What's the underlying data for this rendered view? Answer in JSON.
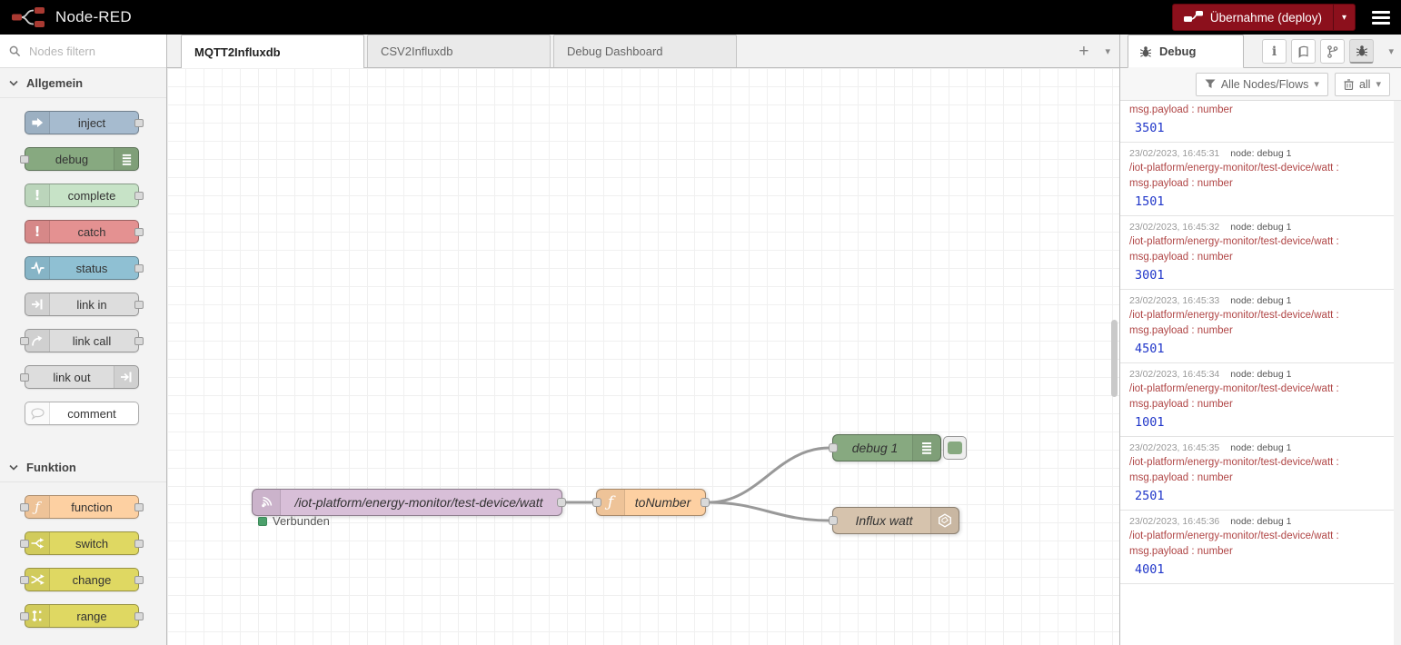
{
  "header": {
    "app_title": "Node-RED",
    "deploy_label": "Übernahme (deploy)"
  },
  "palette": {
    "search_placeholder": "Nodes filtern",
    "categories": [
      {
        "label": "Allgemein",
        "nodes": [
          {
            "id": "inject",
            "label": "inject",
            "color": "#a6bbcf",
            "icon": "inject-icon",
            "icon_side": "left",
            "ports": "right"
          },
          {
            "id": "debug",
            "label": "debug",
            "color": "#87a980",
            "icon": "debug-list-icon",
            "icon_side": "right",
            "ports": "left"
          },
          {
            "id": "complete",
            "label": "complete",
            "color": "#c7e3c7",
            "icon": "exclamation-icon",
            "icon_side": "left",
            "ports": "right"
          },
          {
            "id": "catch",
            "label": "catch",
            "color": "#e49191",
            "icon": "exclamation-icon",
            "icon_side": "left",
            "ports": "right"
          },
          {
            "id": "status",
            "label": "status",
            "color": "#8fc0d3",
            "icon": "status-pulse-icon",
            "icon_side": "left",
            "ports": "right"
          },
          {
            "id": "link-in",
            "label": "link in",
            "color": "#dddddd",
            "icon": "link-in-icon",
            "icon_side": "left",
            "ports": "right"
          },
          {
            "id": "link-call",
            "label": "link call",
            "color": "#dddddd",
            "icon": "link-call-icon",
            "icon_side": "left",
            "ports": "both"
          },
          {
            "id": "link-out",
            "label": "link out",
            "color": "#dddddd",
            "icon": "link-out-icon",
            "icon_side": "right",
            "ports": "left"
          },
          {
            "id": "comment",
            "label": "comment",
            "color": "#ffffff",
            "icon": "comment-icon",
            "icon_side": "left",
            "ports": "none"
          }
        ]
      },
      {
        "label": "Funktion",
        "nodes": [
          {
            "id": "function",
            "label": "function",
            "color": "#fdd0a2",
            "icon": "function-icon",
            "icon_side": "left",
            "ports": "both"
          },
          {
            "id": "switch",
            "label": "switch",
            "color": "#dfd862",
            "icon": "switch-icon",
            "icon_side": "left",
            "ports": "both"
          },
          {
            "id": "change",
            "label": "change",
            "color": "#dfd862",
            "icon": "change-icon",
            "icon_side": "left",
            "ports": "both"
          },
          {
            "id": "range",
            "label": "range",
            "color": "#dfd862",
            "icon": "range-icon",
            "icon_side": "left",
            "ports": "both"
          }
        ]
      }
    ]
  },
  "workspace": {
    "tabs": [
      {
        "label": "MQTT2Influxdb",
        "active": true
      },
      {
        "label": "CSV2Influxdb",
        "active": false
      },
      {
        "label": "Debug Dashboard",
        "active": false
      }
    ],
    "flow": {
      "mqtt_label": "/iot-platform/energy-monitor/test-device/watt",
      "mqtt_status": "Verbunden",
      "function_label": "toNumber",
      "debug_label": "debug 1",
      "influx_label": "Influx watt"
    }
  },
  "debug_panel": {
    "tab_label": "Debug",
    "filter_label": "Alle Nodes/Flows",
    "clear_label": "all",
    "messages": [
      {
        "partial": true,
        "time": "",
        "node": "",
        "topic": "",
        "payload_type": "msg.payload : number",
        "value": "3501"
      },
      {
        "partial": false,
        "time": "23/02/2023, 16:45:31",
        "node": "node: debug 1",
        "topic": "/iot-platform/energy-monitor/test-device/watt :",
        "payload_type": "msg.payload : number",
        "value": "1501"
      },
      {
        "partial": false,
        "time": "23/02/2023, 16:45:32",
        "node": "node: debug 1",
        "topic": "/iot-platform/energy-monitor/test-device/watt :",
        "payload_type": "msg.payload : number",
        "value": "3001"
      },
      {
        "partial": false,
        "time": "23/02/2023, 16:45:33",
        "node": "node: debug 1",
        "topic": "/iot-platform/energy-monitor/test-device/watt :",
        "payload_type": "msg.payload : number",
        "value": "4501"
      },
      {
        "partial": false,
        "time": "23/02/2023, 16:45:34",
        "node": "node: debug 1",
        "topic": "/iot-platform/energy-monitor/test-device/watt :",
        "payload_type": "msg.payload : number",
        "value": "1001"
      },
      {
        "partial": false,
        "time": "23/02/2023, 16:45:35",
        "node": "node: debug 1",
        "topic": "/iot-platform/energy-monitor/test-device/watt :",
        "payload_type": "msg.payload : number",
        "value": "2501"
      },
      {
        "partial": false,
        "time": "23/02/2023, 16:45:36",
        "node": "node: debug 1",
        "topic": "/iot-platform/energy-monitor/test-device/watt :",
        "payload_type": "msg.payload : number",
        "value": "4001"
      }
    ]
  },
  "colors": {
    "header_bg": "#000000",
    "deploy_red": "#8C101C",
    "status_green": "#4CA06C",
    "wire_gray": "#999999",
    "debug_value_blue": "#2036c9",
    "debug_topic_red": "#b04646",
    "mqtt_node": "#d8bfd8",
    "function_node": "#fdd0a2",
    "debug_node": "#87a980",
    "influx_node": "#d6c3ad"
  }
}
